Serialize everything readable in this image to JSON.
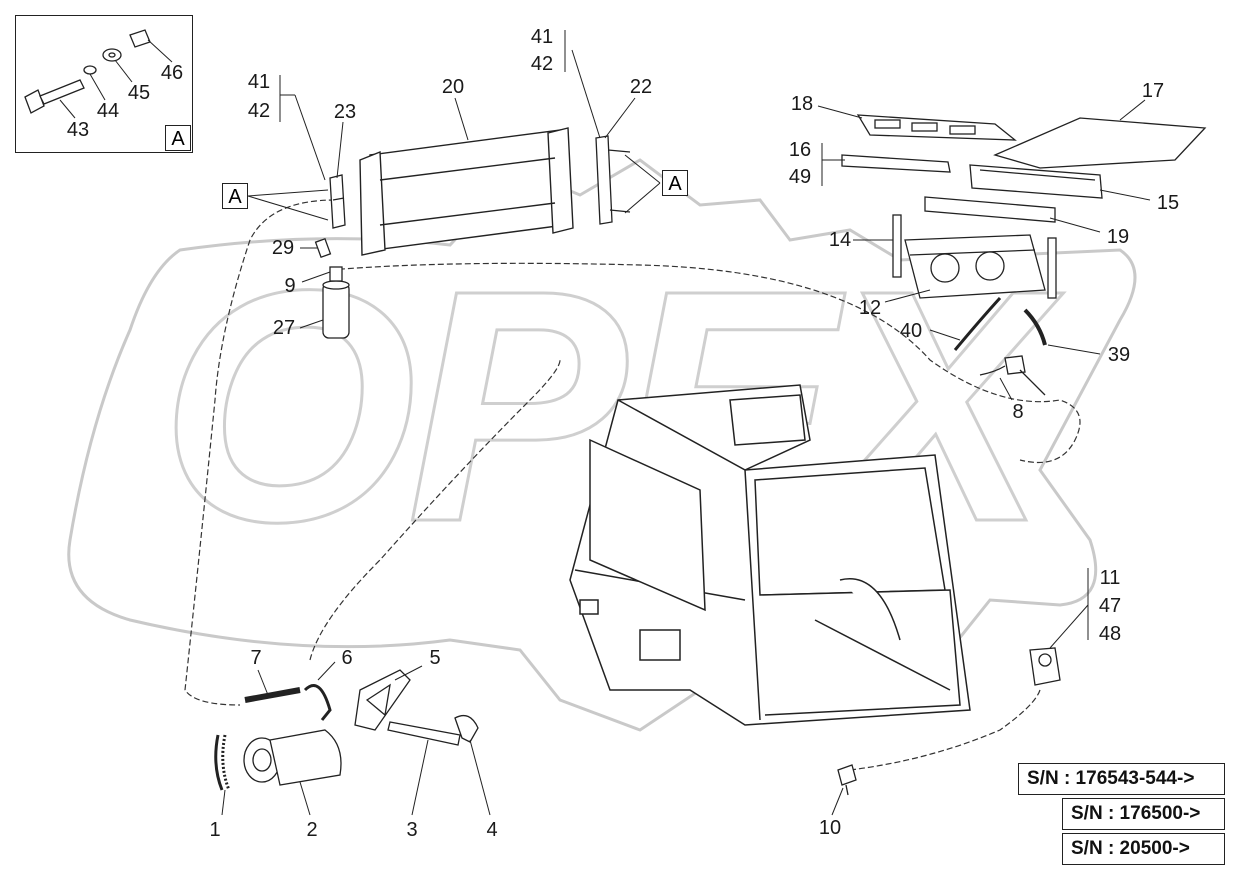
{
  "watermark_text": "OPEX",
  "detail_view_label": "A",
  "section_label": "A",
  "callouts": {
    "c1": "1",
    "c2": "2",
    "c3": "3",
    "c4": "4",
    "c5": "5",
    "c6": "6",
    "c7": "7",
    "c8": "8",
    "c9": "9",
    "c10": "10",
    "c11": "11",
    "c12": "12",
    "c14": "14",
    "c15": "15",
    "c16": "16",
    "c17": "17",
    "c18": "18",
    "c19": "19",
    "c20": "20",
    "c22": "22",
    "c23": "23",
    "c27": "27",
    "c29": "29",
    "c39": "39",
    "c40": "40",
    "c41a": "41",
    "c42a": "42",
    "c41b": "41",
    "c42b": "42",
    "c43": "43",
    "c44": "44",
    "c45": "45",
    "c46": "46",
    "c47": "47",
    "c48": "48",
    "c49": "49"
  },
  "serial_numbers": [
    "S/N : 176543-544->",
    "S/N : 176500->",
    "S/N : 20500->"
  ]
}
